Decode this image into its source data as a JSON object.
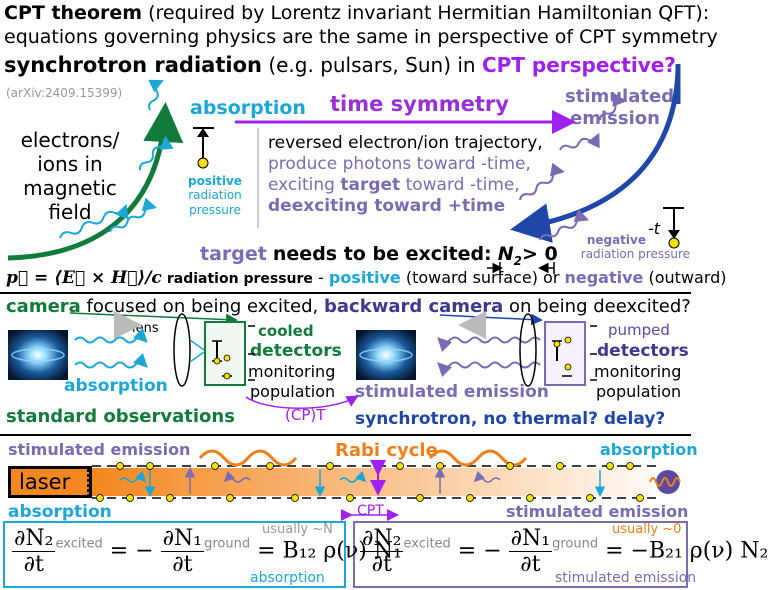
{
  "header": {
    "line1_bold": "CPT theorem",
    "line1_rest": "(required by Lorentz invariant Hermitian Hamiltonian QFT):",
    "line2": "equations governing physics are the same in perspective of CPT symmetry",
    "line3_bold": "synchrotron radiation",
    "line3_mid": "(e.g. pulsars, Sun) in",
    "line3_cpt": "CPT perspective?"
  },
  "top": {
    "arxiv": "(arXiv:2409.15399)",
    "electrons": [
      "electrons/",
      "ions in",
      "magnetic",
      "field"
    ],
    "absorption": "absorption",
    "time_symmetry": "time symmetry",
    "stimulated": [
      "stimulated",
      "emission"
    ],
    "positive_label": [
      "positive",
      "radiation",
      "pressure"
    ],
    "reversed_lines": [
      {
        "text": "reversed electron/ion trajectory,",
        "style": "black"
      },
      {
        "text": "produce photons toward -time,",
        "style": "purple"
      }
    ],
    "exciting_pre": "exciting ",
    "exciting_bold": "target",
    "exciting_post": " toward -time,",
    "deexciting": "deexciting toward +time",
    "minus_t": "-t",
    "negative_label": [
      "negative",
      "radiation pressure"
    ],
    "target_word": "target",
    "needs_excited": "needs to be excited:",
    "n2_gt0": "N",
    "n2_sub": "2",
    "n2_rest": "> 0"
  },
  "pressure_line": {
    "formula": "p⃗ = ⟨E⃗ × H⃗⟩/c",
    "label": "radiation pressure",
    "dash": " - ",
    "positive": "positive",
    "toward_surface": "(toward surface) or",
    "negative": "negative",
    "outward": "(outward)"
  },
  "middle": {
    "camera": "camera",
    "camera_rest": "focused on being excited,",
    "backward_camera": "backward camera",
    "backward_rest": "on being deexcited?",
    "lens": "lens",
    "cooled": "cooled",
    "detectors": "detectors",
    "monitoring": "monitoring",
    "population": "population",
    "absorption": "absorption",
    "stimulated_emission": "stimulated emission",
    "pumped": "pumped",
    "detectors2": "detectors",
    "monitoring2": "monitoring",
    "population2": "population",
    "standard": "standard observations",
    "cp_t": "(CP)T",
    "synchrotron_q": "synchrotron, no thermal? delay?"
  },
  "bottom": {
    "stimulated_emission": "stimulated emission",
    "rabi": "Rabi cycle",
    "absorption_right": "absorption",
    "laser": "laser",
    "absorption_left": "absorption",
    "cpt": "CPT",
    "stimulated_emission_right": "stimulated emission"
  },
  "equations": {
    "left": {
      "excited_sup": "excited",
      "ground_sup": "ground",
      "rhs": "= B₁₂ ρ(ν) N₁",
      "note": "usually ~N",
      "caption": "absorption"
    },
    "right": {
      "excited_sup": "excited",
      "ground_sup": "ground",
      "rhs": "= −B₂₁ ρ(ν) N₂",
      "note": "usually ~0",
      "caption": "stimulated emission"
    },
    "d_n2": "∂N₂",
    "d_n1": "∂N₁",
    "d_t": "∂t",
    "eq_minus": "= −"
  },
  "colors": {
    "cyan": "#1da7d8",
    "purple": "#7a6cb3",
    "violet": "#a020f0",
    "green": "#127a3a",
    "orange": "#ef7f1a",
    "navy": "#1f47a8"
  }
}
